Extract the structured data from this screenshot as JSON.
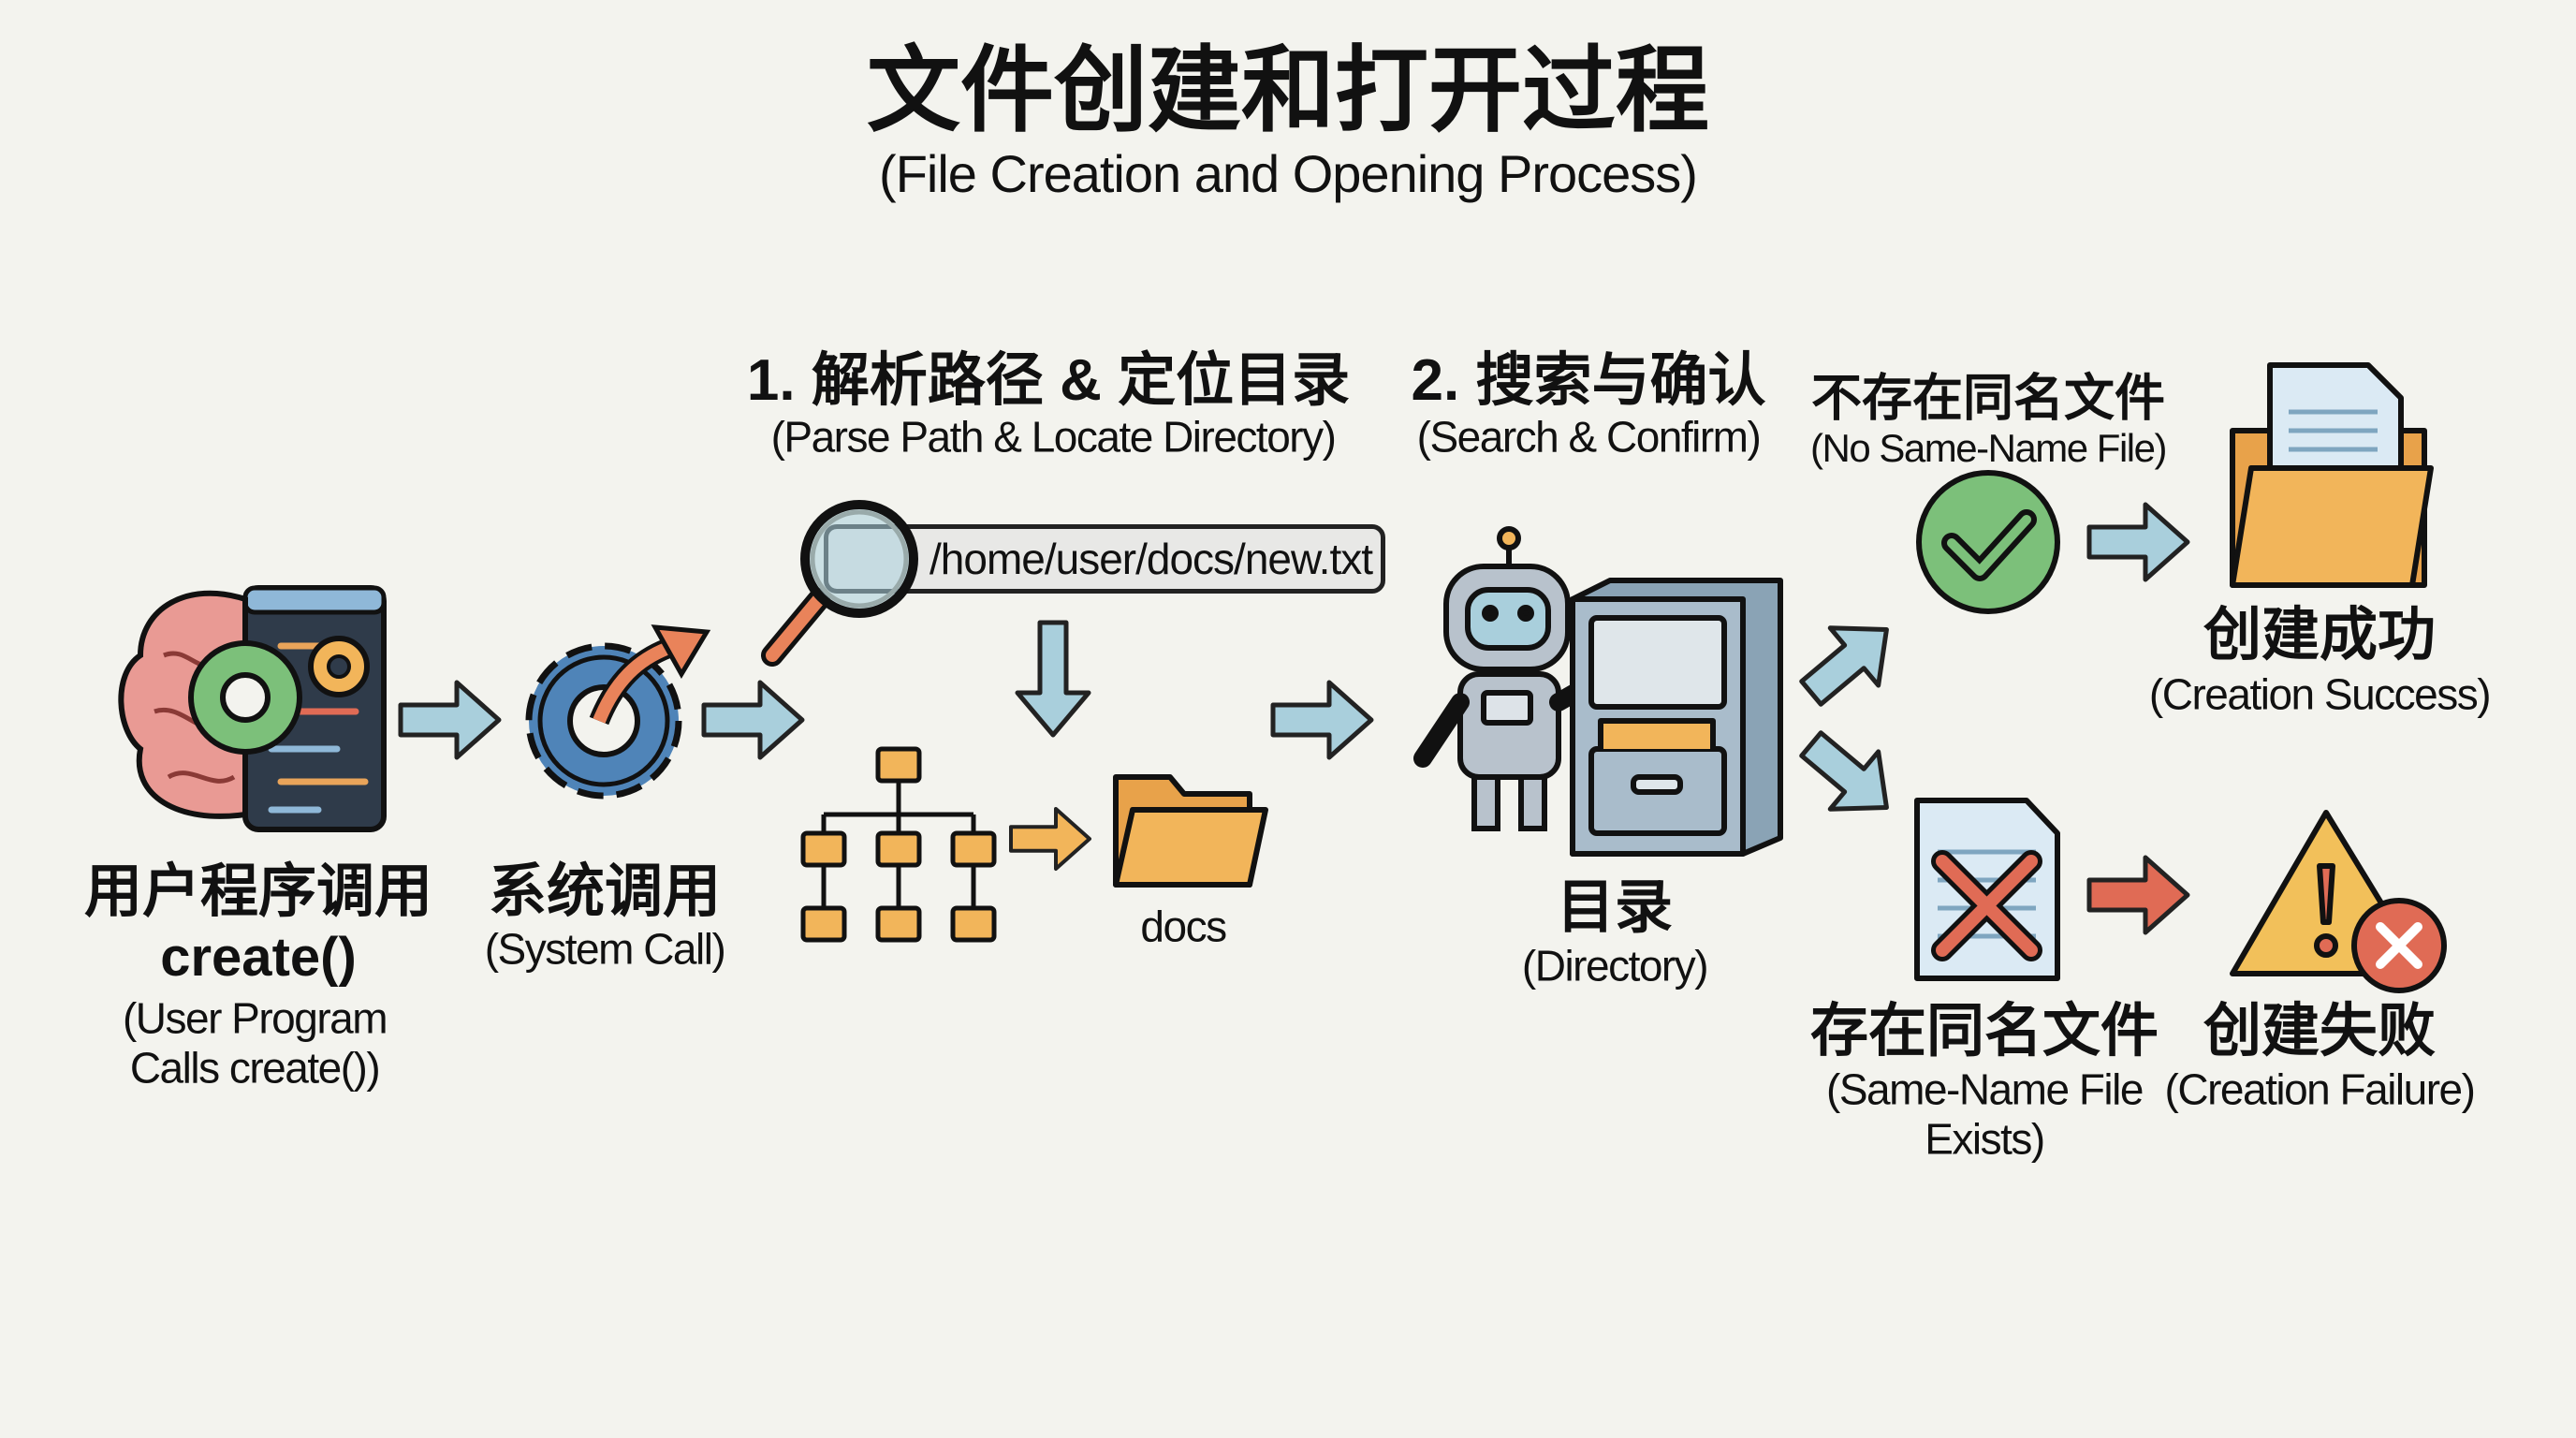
{
  "title": "文件创建和打开过程",
  "subtitle": "(File Creation and Opening Process)",
  "user_program": {
    "cn": "用户程序调用",
    "code": "create()",
    "en_line1": "(User Program",
    "en_line2": "Calls create())"
  },
  "system_call": {
    "cn": "系统调用",
    "en": "(System Call)"
  },
  "step1": {
    "title": "1. 解析路径 & 定位目录",
    "subtitle": "(Parse Path & Locate Directory)",
    "path": "/home/user/docs/new.txt",
    "folder_label": "docs"
  },
  "step2": {
    "title": "2. 搜索与确认",
    "subtitle": "(Search & Confirm)",
    "cn": "目录",
    "en": "(Directory)"
  },
  "no_same_name": {
    "cn": "不存在同名文件",
    "en": "(No Same-Name File)"
  },
  "success": {
    "cn": "创建成功",
    "en": "(Creation Success)"
  },
  "same_name": {
    "cn": "存在同名文件",
    "en_line1": "(Same-Name File",
    "en_line2": "Exists)"
  },
  "failure": {
    "cn": "创建失败",
    "en": "(Creation Failure)"
  },
  "colors": {
    "background": "#f3f3ee",
    "arrow_blue": "#a9cfdc",
    "folder_orange": "#f2b55a",
    "error_red": "#e06b55",
    "success_green": "#7cc07a"
  },
  "icons": [
    "brain-code-icon",
    "gear-icon",
    "magnifier-icon",
    "tree-icon",
    "folder-icon",
    "robot-icon",
    "filing-cabinet-icon",
    "check-circle-icon",
    "folder-document-icon",
    "document-x-icon",
    "warning-icon"
  ]
}
